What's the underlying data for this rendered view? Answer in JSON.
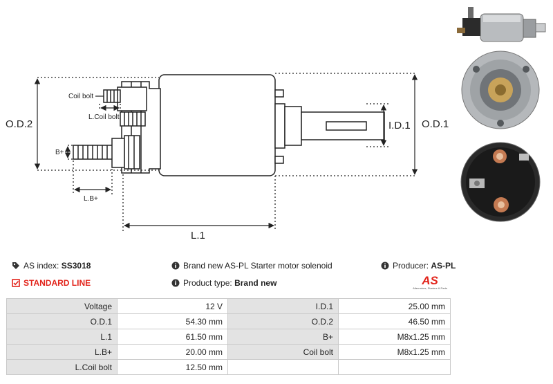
{
  "drawing": {
    "labels": {
      "coil_bolt": "Coil bolt",
      "l_coil_bolt": "L.Coil bolt",
      "b_plus": "B+",
      "l_b_plus": "L.B+",
      "od2": "O.D.2",
      "od1": "O.D.1",
      "id1": "I.D.1",
      "l1": "L.1"
    }
  },
  "info": {
    "as_index_label": "AS index:",
    "as_index_value": "SS3018",
    "standard_line": "STANDARD LINE",
    "description": "Brand new AS-PL Starter motor solenoid",
    "product_type_label": "Product type:",
    "product_type_value": "Brand new",
    "producer_label": "Producer:",
    "producer_value": "AS-PL",
    "logo_text": "AS",
    "logo_tagline": "Alternators, Starters & Parts"
  },
  "specs": [
    [
      "Voltage",
      "12 V",
      "I.D.1",
      "25.00 mm"
    ],
    [
      "O.D.1",
      "54.30 mm",
      "O.D.2",
      "46.50 mm"
    ],
    [
      "L.1",
      "61.50 mm",
      "B+",
      "M8x1.25 mm"
    ],
    [
      "L.B+",
      "20.00 mm",
      "Coil bolt",
      "M8x1.25 mm"
    ],
    [
      "L.Coil bolt",
      "12.50 mm",
      "",
      ""
    ]
  ],
  "colors": {
    "accent_red": "#e2231a",
    "table_key_bg": "#e3e3e3",
    "table_border": "#c9c9c9"
  },
  "icons": [
    "tag-icon",
    "checkbox-icon",
    "info-icon"
  ]
}
